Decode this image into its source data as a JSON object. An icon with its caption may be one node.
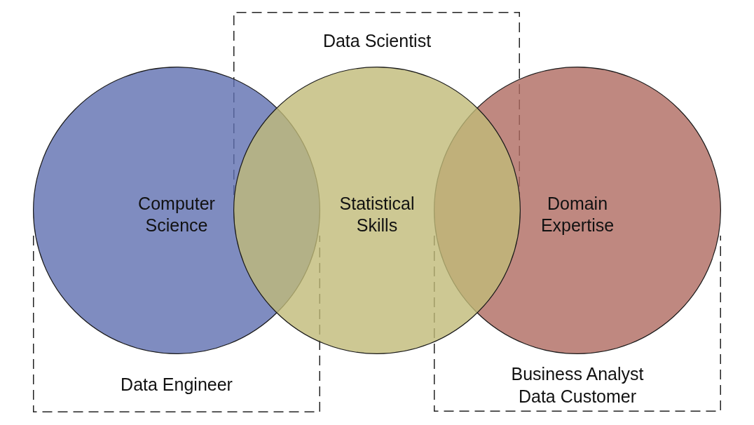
{
  "diagram": {
    "nodes": [
      {
        "text": [
          "Computer Science"
        ]
      },
      {
        "text": [
          "Statistical Skills"
        ]
      },
      {
        "text": [
          "Domain Expertise"
        ]
      },
      {
        "text": [
          "Data Scientist"
        ]
      },
      {
        "text": [
          "Data Engineer"
        ]
      },
      {
        "text": [
          "Business Analyst",
          "Data Customer"
        ]
      }
    ]
  }
}
